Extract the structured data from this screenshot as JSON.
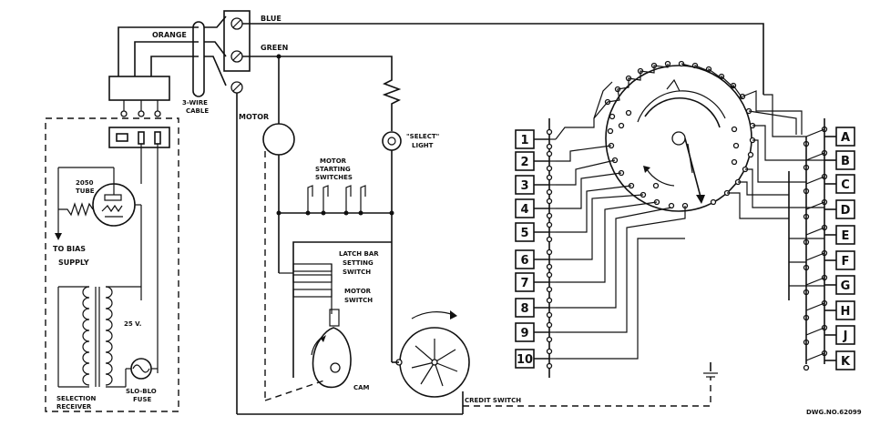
{
  "labels": {
    "blue": "BLUE",
    "orange": "ORANGE",
    "green": "GREEN",
    "cable_line1": "3-WIRE",
    "cable_line2": "CABLE",
    "motor": "MOTOR",
    "select_line1": "\"SELECT\"",
    "select_line2": "LIGHT",
    "motor_start_line1": "MOTOR",
    "motor_start_line2": "STARTING",
    "motor_start_line3": "SWITCHES",
    "tube_line1": "2050",
    "tube_line2": "TUBE",
    "bias_line1": "TO BIAS",
    "bias_line2": "SUPPLY",
    "latch_line1": "LATCH BAR",
    "latch_line2": "SETTING",
    "latch_line3": "SWITCH",
    "motor_switch_line1": "MOTOR",
    "motor_switch_line2": "SWITCH",
    "voltage": "25 V.",
    "cam": "CAM",
    "credit_switch": "CREDIT SWITCH",
    "selection_line1": "SELECTION",
    "selection_line2": "RECEIVER",
    "fuse_line1": "SLO-BLO",
    "fuse_line2": "FUSE",
    "drawing_no": "DWG.NO.62099"
  },
  "number_boxes": [
    "1",
    "2",
    "3",
    "4",
    "5",
    "6",
    "7",
    "8",
    "9",
    "10"
  ],
  "letter_boxes": [
    "A",
    "B",
    "C",
    "D",
    "E",
    "F",
    "G",
    "H",
    "J",
    "K"
  ],
  "colors": {
    "ink": "#111111",
    "paper": "#ffffff"
  }
}
